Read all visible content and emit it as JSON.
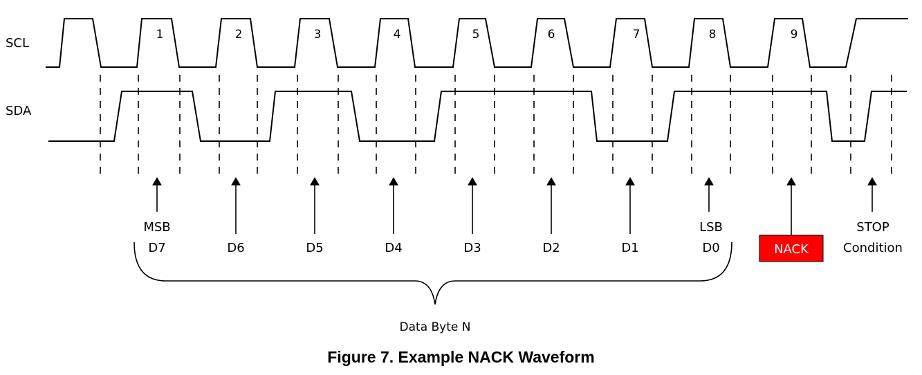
{
  "signals": {
    "scl_label": "SCL",
    "sda_label": "SDA",
    "scl_levels": [
      "high",
      "low",
      "high",
      "low",
      "high",
      "low",
      "high",
      "low",
      "high",
      "low",
      "high",
      "low",
      "high",
      "low",
      "high",
      "low",
      "high",
      "low",
      "high",
      "low",
      "high"
    ],
    "sda_levels": [
      "low",
      "high",
      "low",
      "high",
      "low",
      "high",
      "low",
      "high",
      "low",
      "high"
    ]
  },
  "clock_pulses": [
    "1",
    "2",
    "3",
    "4",
    "5",
    "6",
    "7",
    "8",
    "9"
  ],
  "bits": [
    {
      "top": "MSB",
      "bottom": "D7"
    },
    {
      "top": "",
      "bottom": "D6"
    },
    {
      "top": "",
      "bottom": "D5"
    },
    {
      "top": "",
      "bottom": "D4"
    },
    {
      "top": "",
      "bottom": "D3"
    },
    {
      "top": "",
      "bottom": "D2"
    },
    {
      "top": "",
      "bottom": "D1"
    },
    {
      "top": "LSB",
      "bottom": "D0"
    }
  ],
  "nack": {
    "label": "NACK",
    "color": "#ff0000"
  },
  "stop": {
    "line1": "STOP",
    "line2": "Condition"
  },
  "brace_label": "Data Byte N",
  "caption": "Figure 7. Example NACK Waveform"
}
